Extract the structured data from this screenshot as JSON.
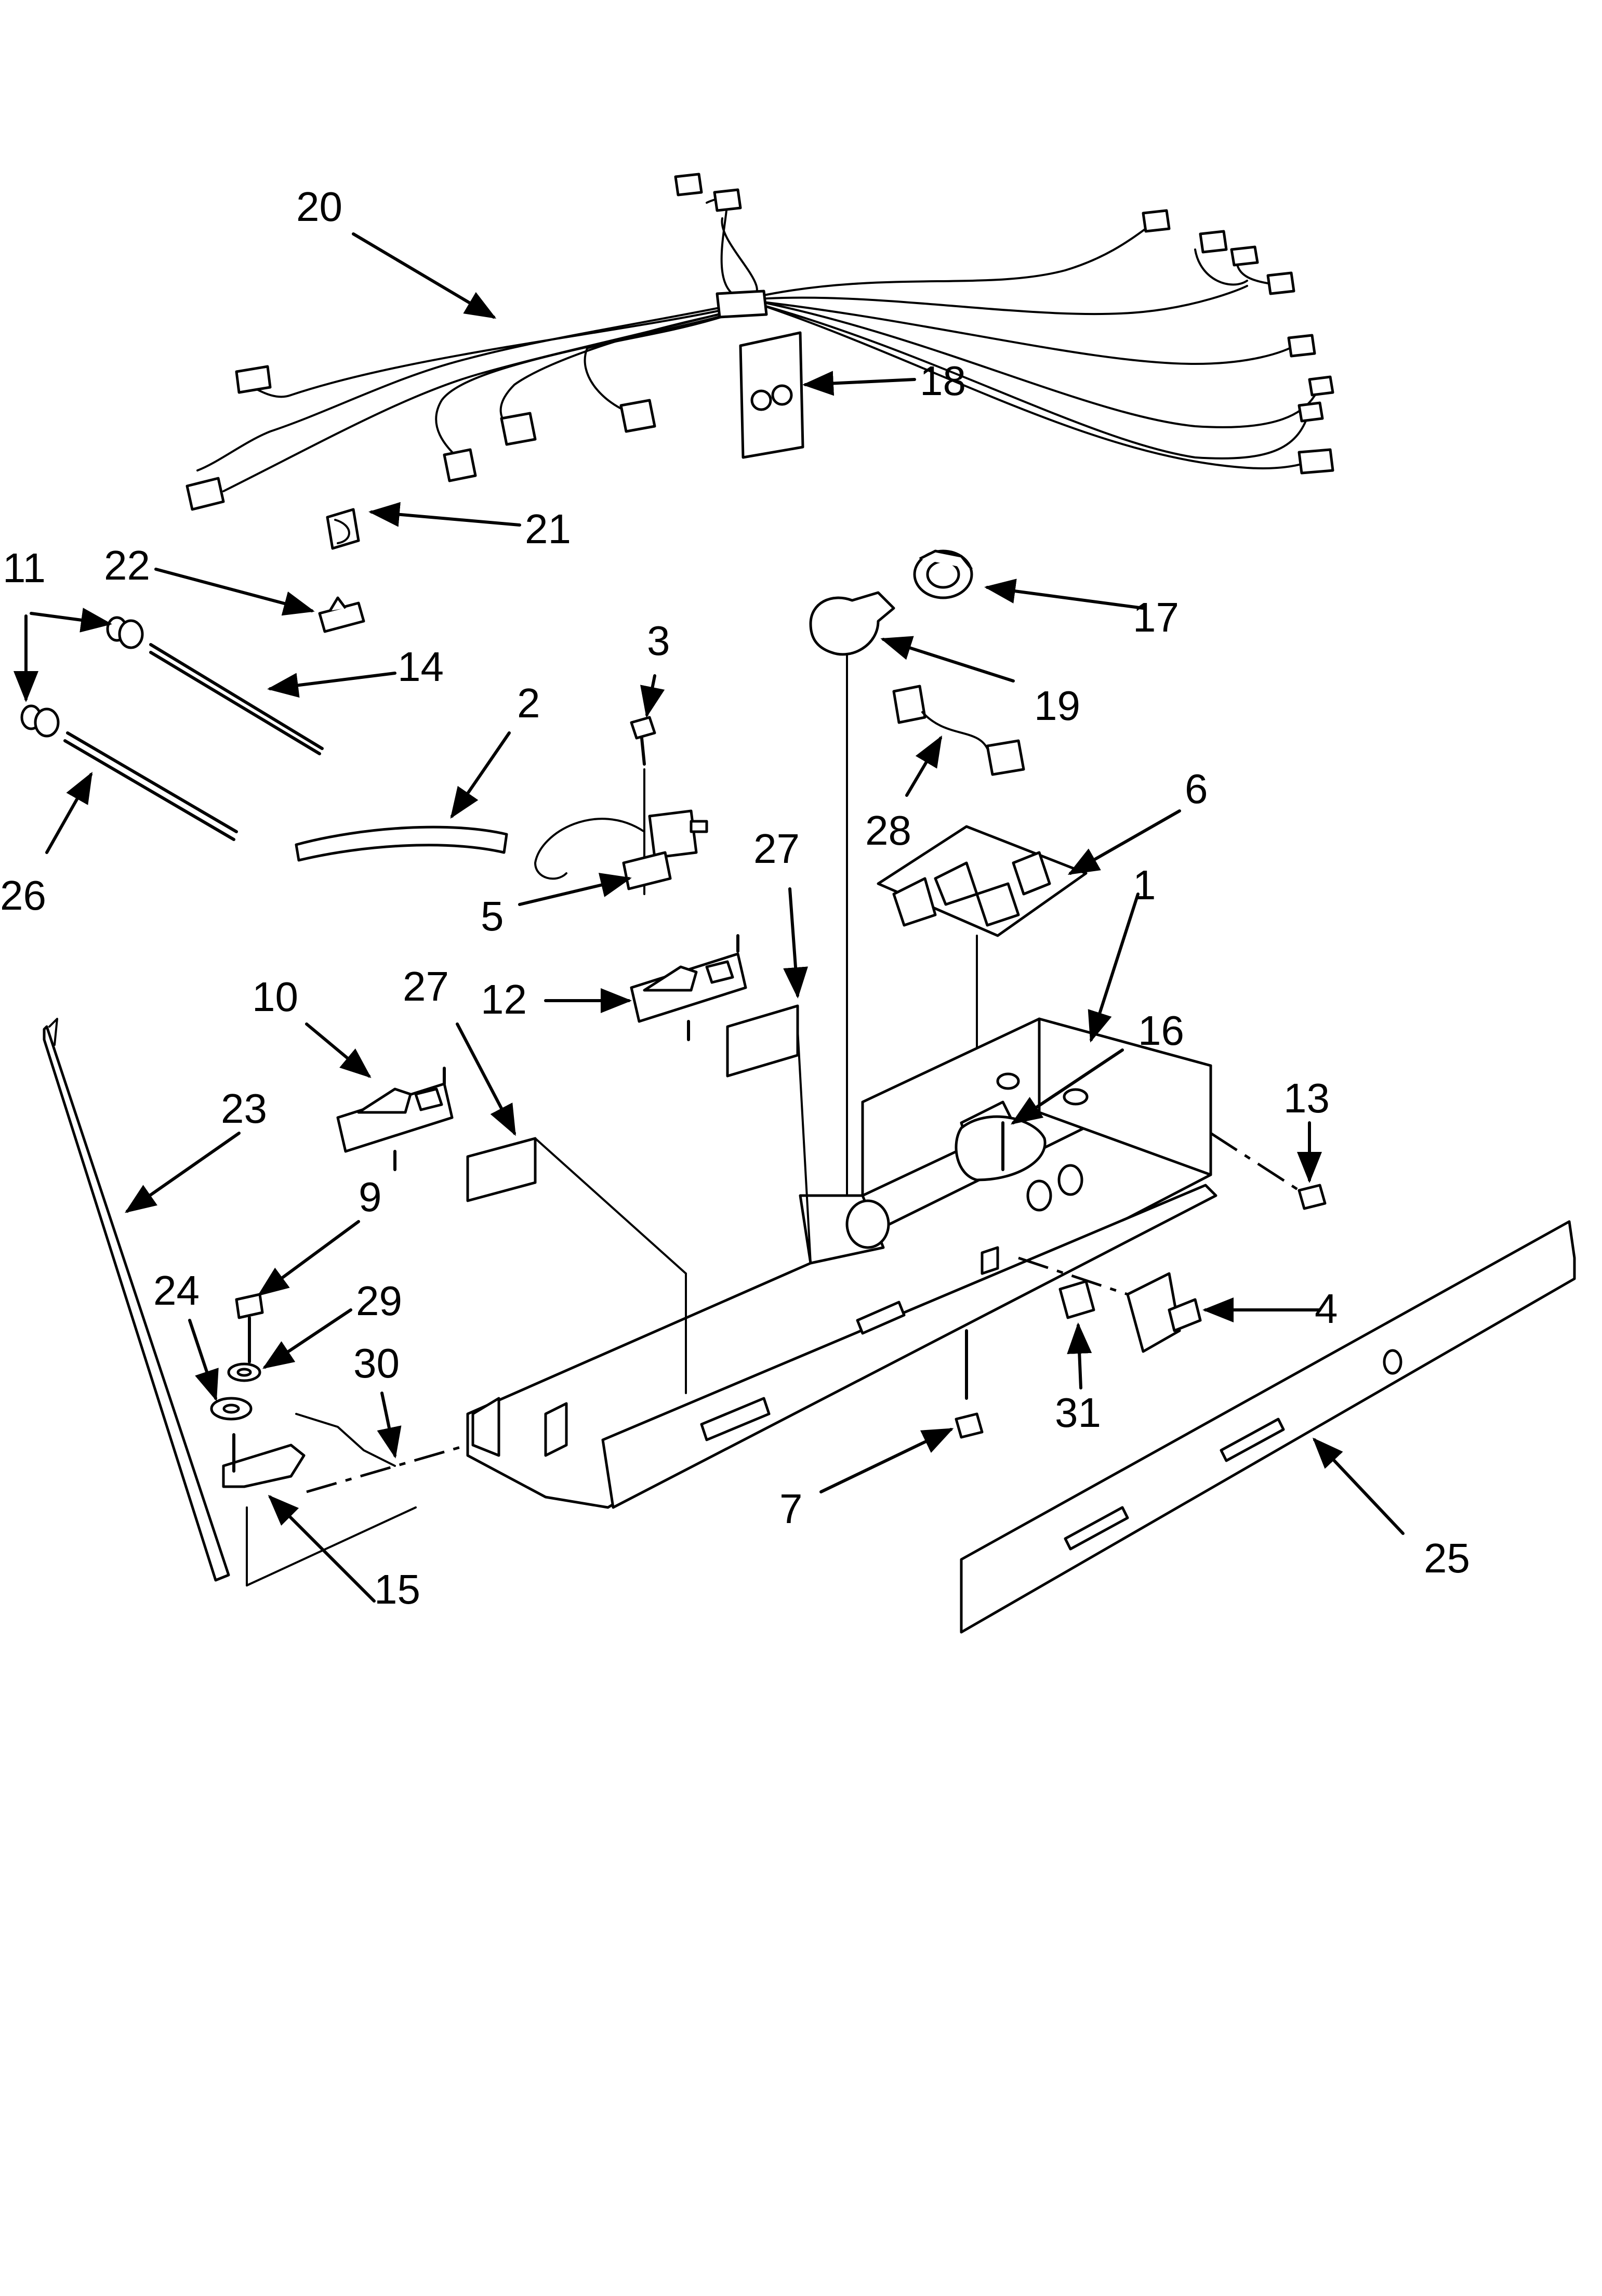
{
  "callouts": {
    "c1": "1",
    "c2": "2",
    "c3": "3",
    "c4": "4",
    "c5": "5",
    "c6": "6",
    "c7": "7",
    "c9": "9",
    "c10": "10",
    "c11": "11",
    "c12": "12",
    "c13": "13",
    "c14": "14",
    "c15": "15",
    "c16": "16",
    "c17": "17",
    "c18": "18",
    "c19": "19",
    "c20": "20",
    "c21": "21",
    "c22": "22",
    "c23": "23",
    "c24": "24",
    "c25": "25",
    "c26": "26",
    "c27a": "27",
    "c27b": "27",
    "c28": "28",
    "c29": "29",
    "c30": "30",
    "c31": "31"
  }
}
